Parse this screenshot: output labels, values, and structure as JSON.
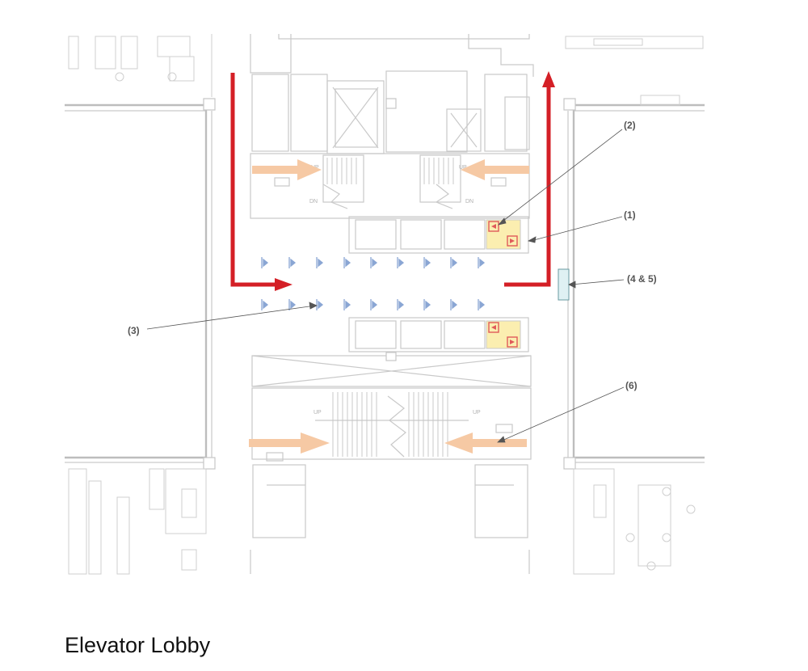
{
  "title": "Elevator Lobby",
  "callouts": [
    {
      "id": "c2",
      "label": "(2)"
    },
    {
      "id": "c1",
      "label": "(1)"
    },
    {
      "id": "c45",
      "label": "(4 & 5)"
    },
    {
      "id": "c3",
      "label": "(3)"
    },
    {
      "id": "c6",
      "label": "(6)"
    }
  ],
  "plan_labels": {
    "up": "UP",
    "dn": "DN"
  },
  "colors": {
    "egress_arrow": "#d41f26",
    "stair_arrow": "#f6c9a4",
    "elevator_highlight": "#fbeeb0",
    "elevator_highlight_border": "#e05a5a",
    "sprinkler": "#8aa6d4",
    "wall": "#c9c9c9",
    "panel": "#dff1f3",
    "leader": "#555555"
  }
}
